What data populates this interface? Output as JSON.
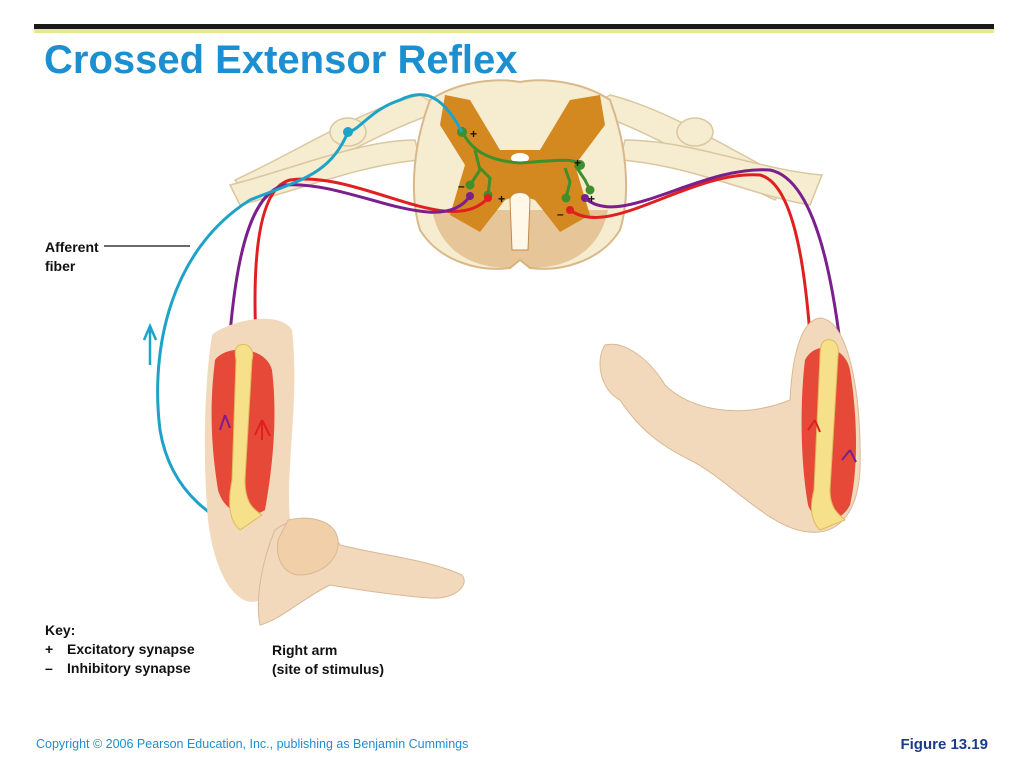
{
  "slide": {
    "title": "Crossed Extensor Reflex",
    "copyright": "Copyright © 2006 Pearson Education, Inc., publishing as Benjamin Cummings",
    "figure": "Figure 13.19"
  },
  "labels": {
    "afferent_line1": "Afferent",
    "afferent_line2": "fiber",
    "right_arm_line1": "Right arm",
    "right_arm_line2": "(site of stimulus)"
  },
  "key": {
    "heading": "Key:",
    "items": [
      {
        "symbol": "+",
        "text": "Excitatory synapse"
      },
      {
        "symbol": "–",
        "text": "Inhibitory synapse"
      }
    ]
  },
  "synapse_signs": [
    "+",
    "+",
    "–",
    "+",
    "+",
    "–"
  ],
  "colors": {
    "title": "#1b8fd0",
    "afferent": "#1ea3c8",
    "motor_red": "#e02020",
    "motor_purple": "#7a1f8c",
    "interneuron": "#3f8f2a",
    "gray_matter": "#d3891f",
    "white_matter": "#f6ecd0",
    "skin": "#f3d9bb"
  }
}
